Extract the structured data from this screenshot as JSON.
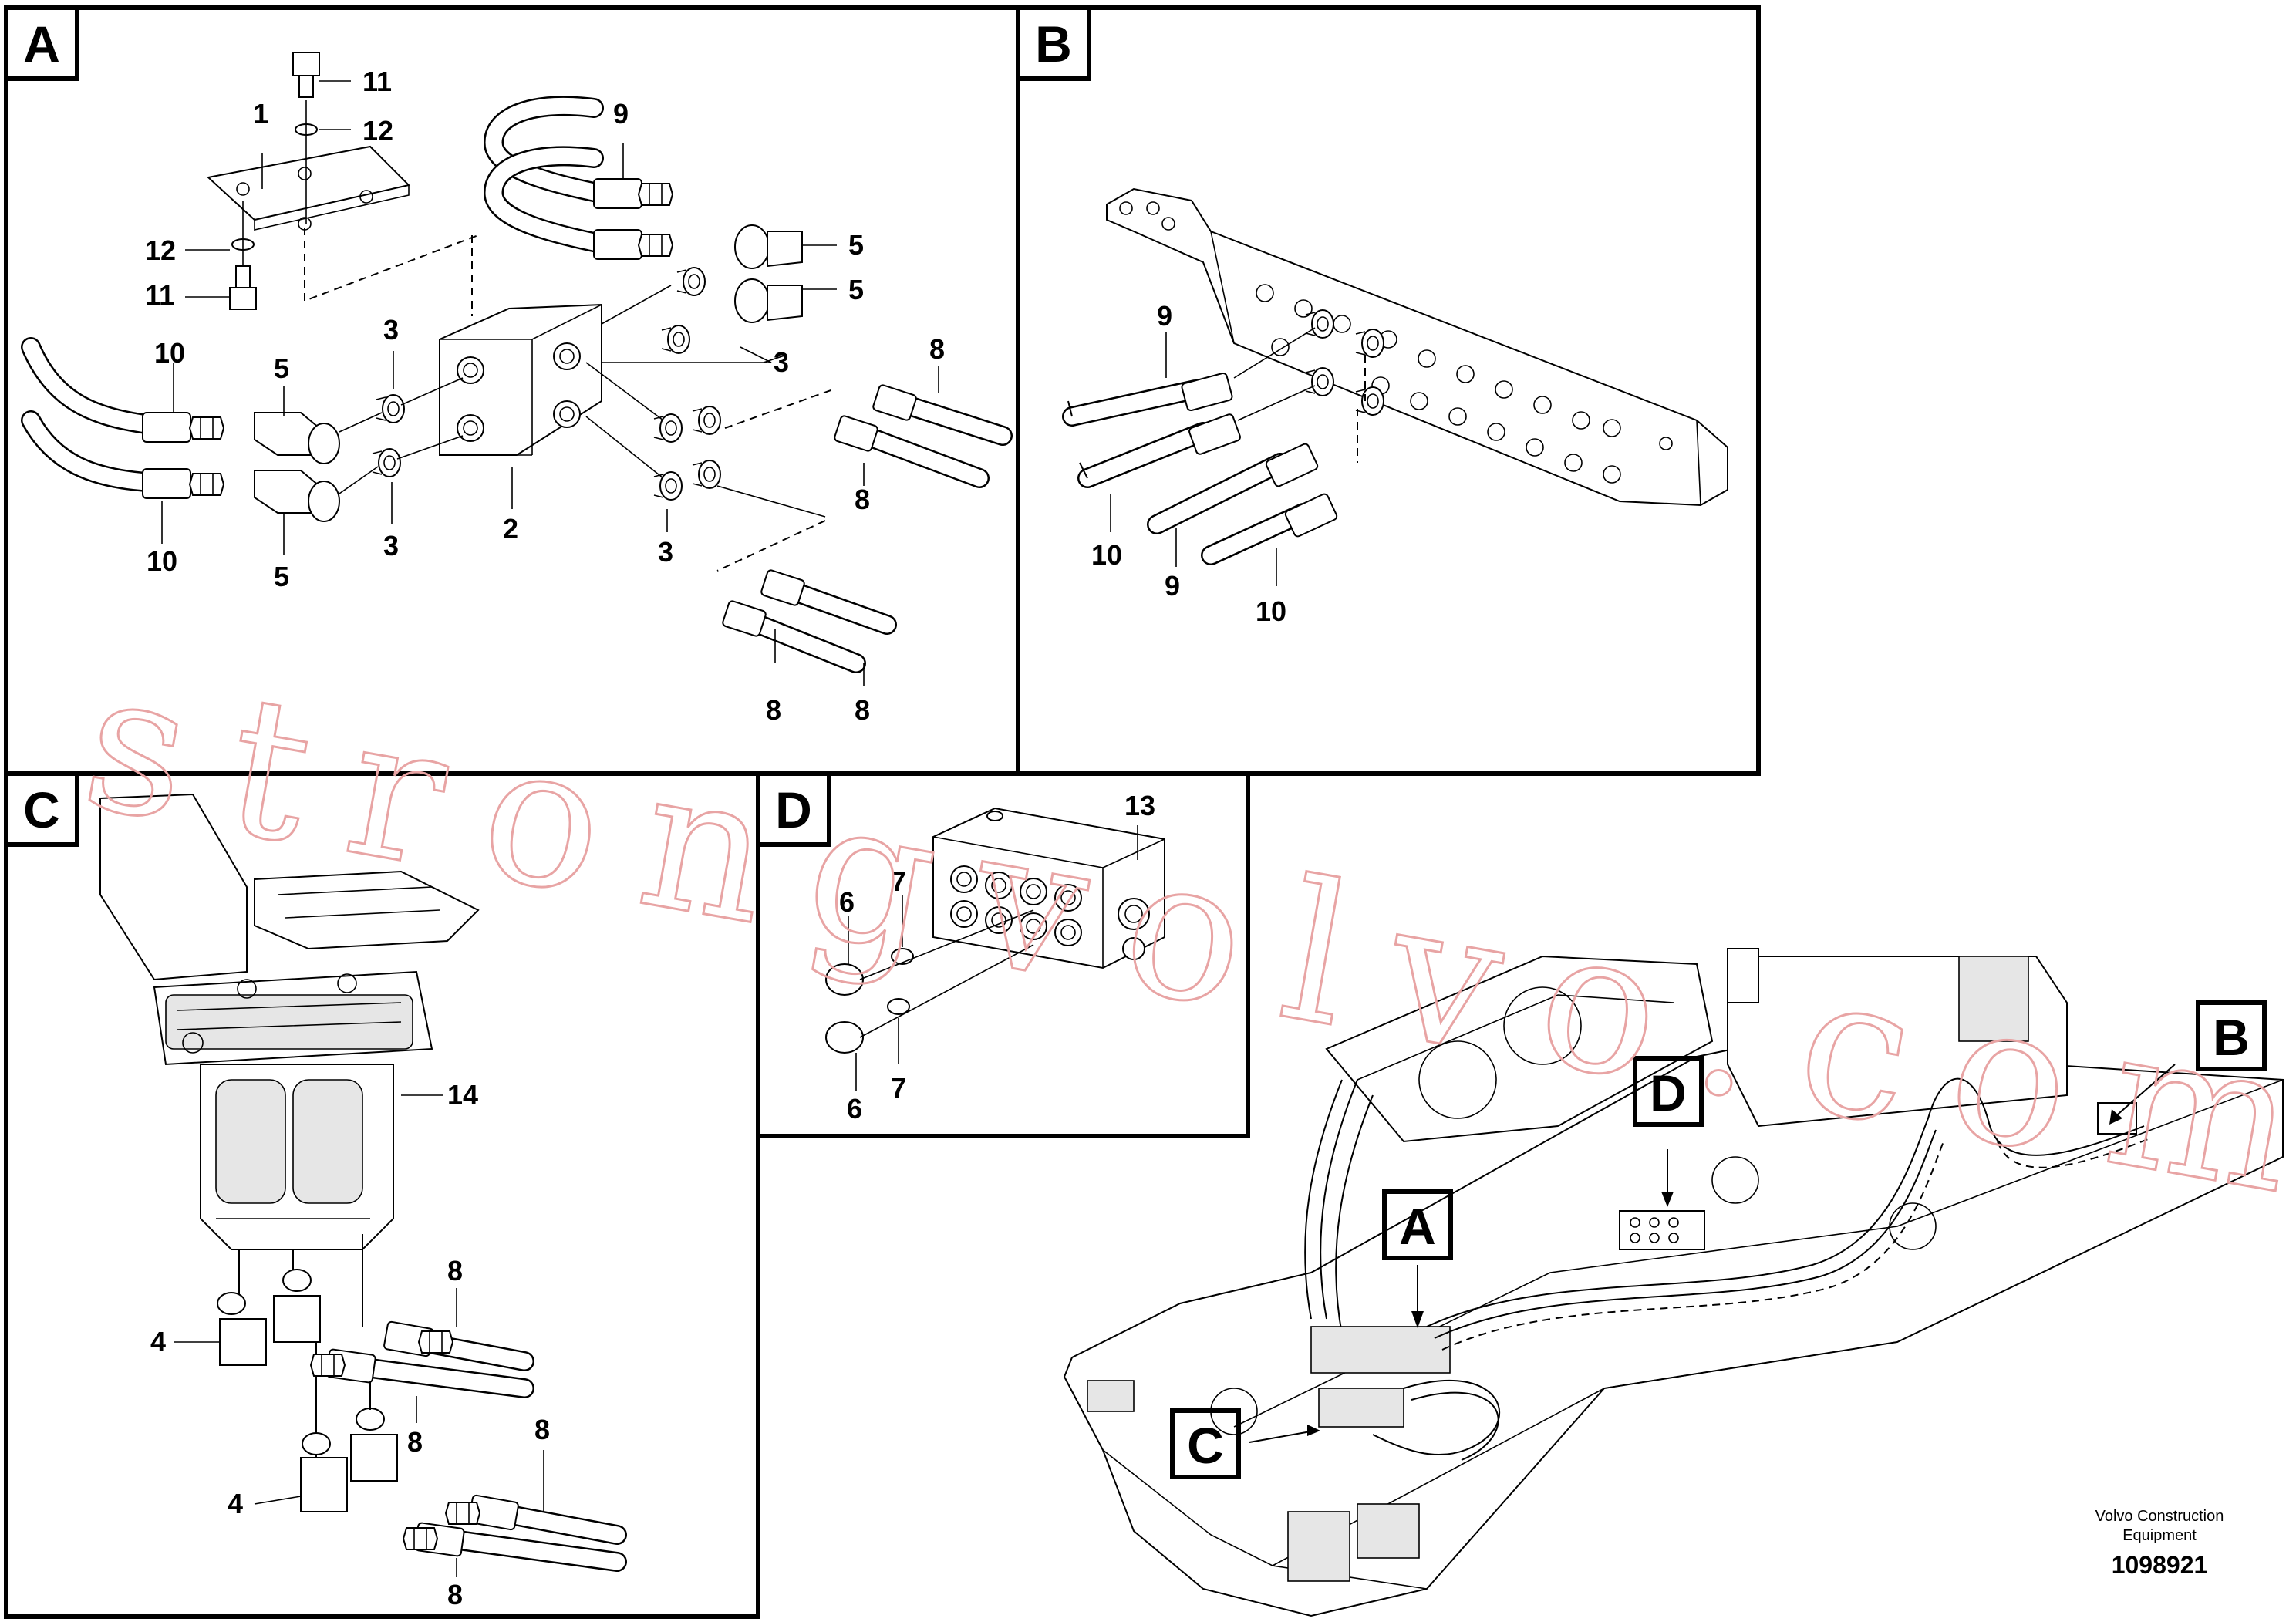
{
  "sections": {
    "A": {
      "letter": "A"
    },
    "B": {
      "letter": "B"
    },
    "C": {
      "letter": "C"
    },
    "D": {
      "letter": "D"
    }
  },
  "overview_letters": {
    "A": "A",
    "B": "B",
    "C": "C",
    "D": "D"
  },
  "callouts": {
    "n1": "1",
    "n2": "2",
    "n3": "3",
    "n4": "4",
    "n5": "5",
    "n6": "6",
    "n7": "7",
    "n8": "8",
    "n9": "9",
    "n10": "10",
    "n11": "11",
    "n12": "12",
    "n13": "13",
    "n14": "14"
  },
  "footer": {
    "company_line1": "Volvo Construction",
    "company_line2": "Equipment",
    "drawing_number": "1098921"
  },
  "watermark": {
    "text": "strongvolvo.com",
    "color": "#e8a4a4"
  }
}
